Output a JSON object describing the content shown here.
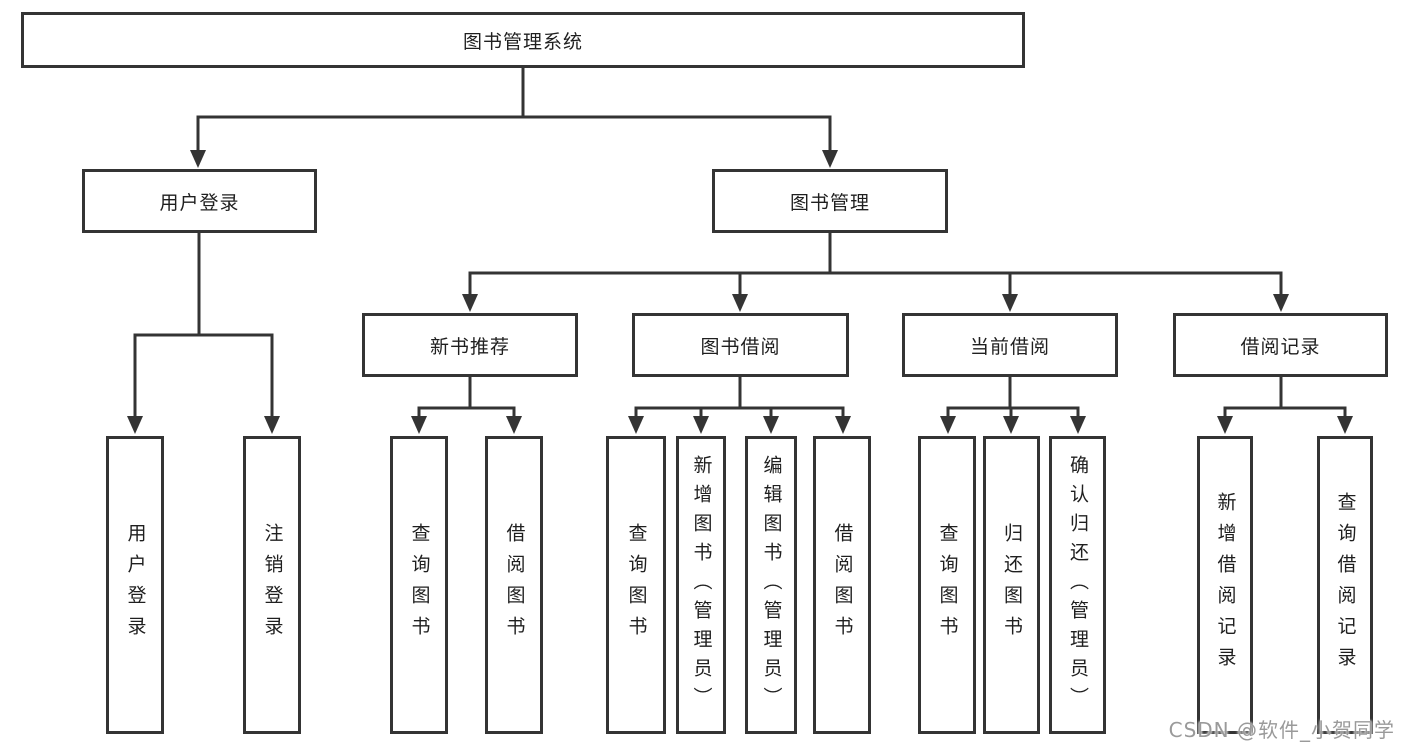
{
  "diagram": {
    "root": {
      "label": "图书管理系统"
    },
    "login": {
      "label": "用户登录",
      "leaves": [
        "用户登录",
        "注销登录"
      ]
    },
    "management": {
      "label": "图书管理"
    },
    "groups": [
      {
        "label": "新书推荐",
        "leaves": [
          "查询图书",
          "借阅图书"
        ]
      },
      {
        "label": "图书借阅",
        "leaves": [
          "查询图书",
          "新增图书（管理员）",
          "编辑图书（管理员）",
          "借阅图书"
        ]
      },
      {
        "label": "当前借阅",
        "leaves": [
          "查询图书",
          "归还图书",
          "确认归还（管理员）"
        ]
      },
      {
        "label": "借阅记录",
        "leaves": [
          "新增借阅记录",
          "查询借阅记录"
        ]
      }
    ]
  },
  "watermark": "CSDN @软件_小贺同学",
  "colors": {
    "line": "#343434",
    "text": "#1f1f1f",
    "watermark": "#9a9a9a",
    "background": "#ffffff"
  }
}
